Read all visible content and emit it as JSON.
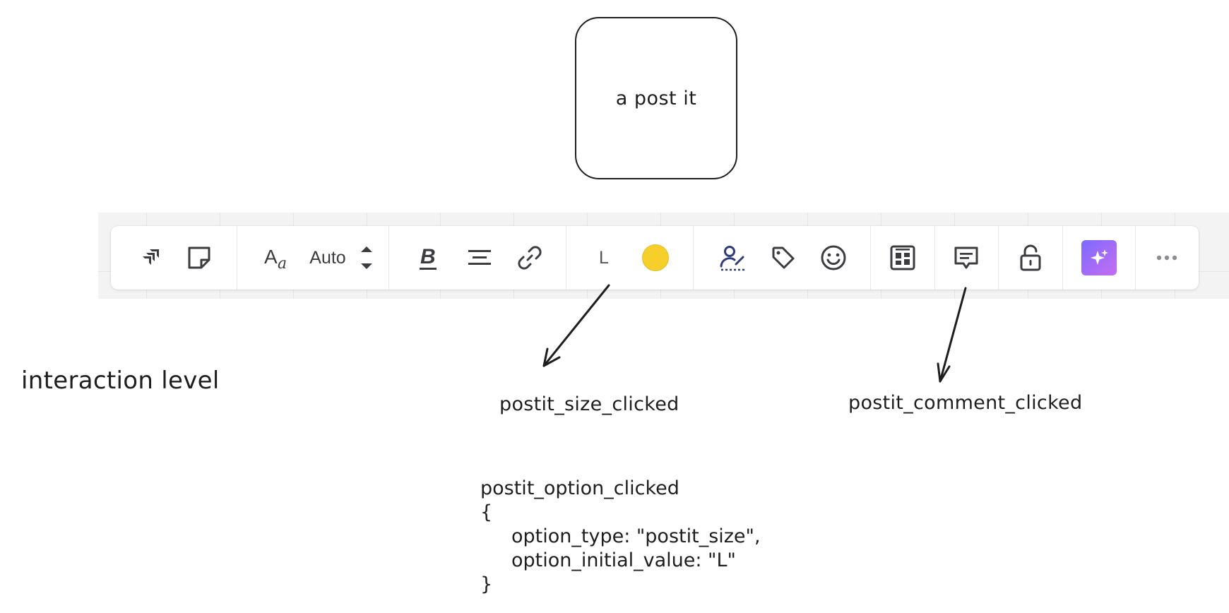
{
  "postit": {
    "label": "a post it"
  },
  "toolbar": {
    "font_size_label": "Auto",
    "postit_size_label": "L",
    "postit_color": "#f6cf2b",
    "ai_button_gradient": [
      "#7b6bff",
      "#c56cf0"
    ]
  },
  "annotations": {
    "interaction_level": "interaction level",
    "size_event": "postit_size_clicked",
    "comment_event": "postit_comment_clicked"
  },
  "code_block": {
    "event_name": "postit_option_clicked",
    "open_brace": "{",
    "line1": "option_type: \"postit_size\",",
    "line2": "option_initial_value: \"L\"",
    "close_brace": "}"
  }
}
